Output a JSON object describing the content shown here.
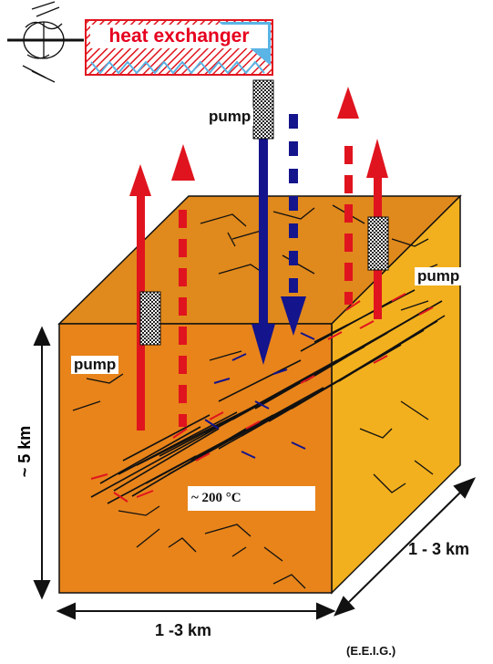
{
  "heat_exchanger": {
    "label": "heat exchanger"
  },
  "pumps": {
    "top_label": "pump",
    "right_label": "pump",
    "left_label": "pump"
  },
  "temperature": {
    "label": "~ 200 °C"
  },
  "dimensions": {
    "depth": "~ 5 km",
    "width": "1 -3 km",
    "length": "1 - 3 km"
  },
  "credit": "(E.E.I.G.)",
  "colors": {
    "cube_front": "#e8841a",
    "cube_top": "#e0891c",
    "cube_side": "#f2b01e",
    "hot_flow": "#e0141e",
    "cold_flow": "#14148c",
    "fracture": "#111111"
  }
}
